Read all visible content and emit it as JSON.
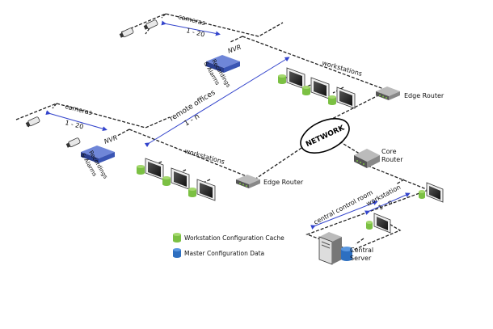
{
  "site_a": {
    "cameras_label": "cameras",
    "cameras_range": "1 - 20",
    "nvr_label": "NVR",
    "nvr_caption_1": "Recordings",
    "nvr_caption_2": "& Alarms",
    "workstations_label": "workstations",
    "router_label": "Edge Router"
  },
  "site_b": {
    "cameras_label": "cameras",
    "cameras_range": "1 - 20",
    "nvr_label": "NVR",
    "nvr_caption_1": "Recordings",
    "nvr_caption_2": "& Alarms",
    "workstations_label": "workstations",
    "router_label": "Edge Router"
  },
  "remote": {
    "label": "remote offices",
    "range": "1 - n"
  },
  "network_label": "NETWORK",
  "core_router": {
    "line1": "Core",
    "line2": "Router"
  },
  "central": {
    "room_label": "central control room",
    "workstations_label": "workstation",
    "workstations_range": "1 - n",
    "server_line1": "Central",
    "server_line2": "Server"
  },
  "legend": {
    "items": [
      {
        "label": "Workstation Configuration Cache",
        "color": "#7bc043"
      },
      {
        "label": "Master Configuration Data",
        "color": "#2d6fc0"
      }
    ]
  },
  "colors": {
    "green_db": "#7bc043",
    "blue_db": "#2d6fc0",
    "nvr_blue": "#3a55b4",
    "link_blue": "#3344cc"
  }
}
